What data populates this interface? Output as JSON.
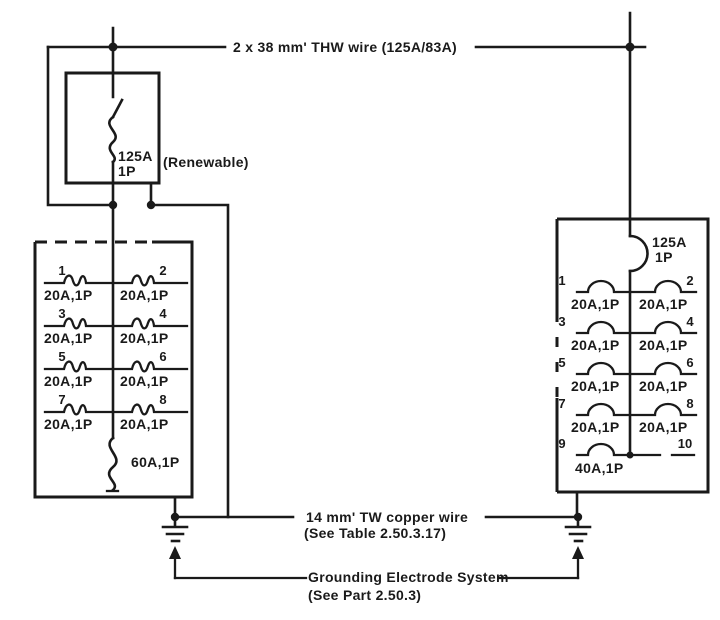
{
  "colors": {
    "ink": "#1a1a1a",
    "paper": "#ffffff"
  },
  "service": {
    "thw_wire_label": "2 x 38 mm' THW wire (125A/83A)"
  },
  "main_fuse": {
    "rating": "125A",
    "pole": "1P",
    "note": "(Renewable)"
  },
  "left_panel": {
    "feeder_fuse_rating": "60A,1P",
    "circuits": [
      {
        "number": "1",
        "rating": "20A,1P"
      },
      {
        "number": "2",
        "rating": "20A,1P"
      },
      {
        "number": "3",
        "rating": "20A,1P"
      },
      {
        "number": "4",
        "rating": "20A,1P"
      },
      {
        "number": "5",
        "rating": "20A,1P"
      },
      {
        "number": "6",
        "rating": "20A,1P"
      },
      {
        "number": "7",
        "rating": "20A,1P"
      },
      {
        "number": "8",
        "rating": "20A,1P"
      }
    ]
  },
  "right_panel": {
    "main_breaker": {
      "rating": "125A",
      "pole": "1P"
    },
    "circuits": [
      {
        "number": "1",
        "rating": "20A,1P"
      },
      {
        "number": "2",
        "rating": "20A,1P"
      },
      {
        "number": "3",
        "rating": "20A,1P"
      },
      {
        "number": "4",
        "rating": "20A,1P"
      },
      {
        "number": "5",
        "rating": "20A,1P"
      },
      {
        "number": "6",
        "rating": "20A,1P"
      },
      {
        "number": "7",
        "rating": "20A,1P"
      },
      {
        "number": "8",
        "rating": "20A,1P"
      },
      {
        "number": "9",
        "rating": "40A,1P"
      },
      {
        "number": "10",
        "rating": ""
      }
    ]
  },
  "grounding": {
    "tw_wire_line1": "14 mm' TW copper wire",
    "tw_wire_line2": "(See Table 2.50.3.17)",
    "electrode_line1": "Grounding Electrode System",
    "electrode_line2": "(See Part 2.50.3)"
  }
}
